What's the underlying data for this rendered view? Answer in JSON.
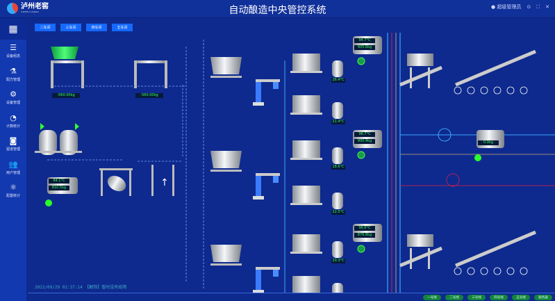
{
  "header": {
    "logo_text": "泸州老窖",
    "logo_sub": "LUZHOU LAOJIAO",
    "title": "自动酿造中央管控系统",
    "user": "超级管理员"
  },
  "sidebar": {
    "items": [
      {
        "icon": "layers-icon",
        "label": "设备组态"
      },
      {
        "icon": "flask-icon",
        "label": "配方管理"
      },
      {
        "icon": "gears-icon",
        "label": "设备管理"
      },
      {
        "icon": "pie-icon",
        "label": "计数统计"
      },
      {
        "icon": "monitor-icon",
        "label": "留道管理"
      },
      {
        "icon": "users-icon",
        "label": "用户管理"
      },
      {
        "icon": "atom-icon",
        "label": "配置统计"
      }
    ]
  },
  "line_tabs": [
    "二车间",
    "三车间",
    "四车间",
    "五车间"
  ],
  "hoppers": [
    {
      "weight": "-560.00kg"
    },
    {
      "weight": "-560.00kg"
    }
  ],
  "storage_tank": {
    "temp": "84.1°C",
    "weight": "810.5kg"
  },
  "steamers": [
    {
      "condenser_temp": "26.4°C"
    },
    {
      "condenser_temp": "21.4°C"
    },
    {
      "condenser_temp": "18.6°C"
    },
    {
      "condenser_temp": "22.5°C"
    },
    {
      "condenser_temp": "20.3°C"
    }
  ],
  "receive_tanks": [
    {
      "temp": "94.7°C",
      "weight": "905.6kg"
    },
    {
      "temp": "96.7°C",
      "weight": "900.4kg"
    },
    {
      "temp": "96.6°C",
      "weight": "876.8kg"
    }
  ],
  "final_tank": {
    "weight": "0.0kg"
  },
  "status": {
    "message": "2022/09/29 02:37:14 【解除】暂时没有故障"
  },
  "bottom_lines": [
    "一号线",
    "二号线",
    "三号线",
    "四号线",
    "五号线",
    "服务器"
  ],
  "colors": {
    "background": "#0e2a8e",
    "accent": "#1669ff",
    "ok": "#3cff5a",
    "pipe_hot": "#b0205a",
    "pipe_cold": "#3aa8ff"
  }
}
